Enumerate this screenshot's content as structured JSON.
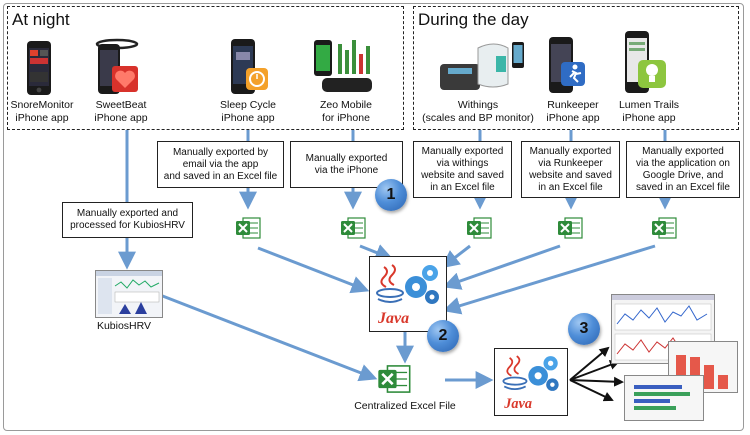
{
  "groups": {
    "night": {
      "title": "At night"
    },
    "day": {
      "title": "During the day"
    }
  },
  "devices": [
    {
      "id": "snoremonitor",
      "line1": "SnoreMonitor",
      "line2": "iPhone app",
      "icon": "phone-icon"
    },
    {
      "id": "sweetbeat",
      "line1": "SweetBeat",
      "line2": "iPhone app",
      "icon": "phone-heart-icon"
    },
    {
      "id": "sleepcycle",
      "line1": "Sleep Cycle",
      "line2": "iPhone app",
      "icon": "phone-alarm-icon"
    },
    {
      "id": "zeo",
      "line1": "Zeo Mobile",
      "line2": "for iPhone",
      "icon": "zeo-headband-icon"
    },
    {
      "id": "withings",
      "line1": "Withings",
      "line2": "(scales and BP monitor)",
      "icon": "scale-icon"
    },
    {
      "id": "runkeeper",
      "line1": "Runkeeper",
      "line2": "iPhone app",
      "icon": "phone-runner-icon"
    },
    {
      "id": "lumen",
      "line1": "Lumen Trails",
      "line2": "iPhone app",
      "icon": "phone-lightbulb-icon"
    }
  ],
  "notes": {
    "kubios": "Manually exported and\nprocessed for KubiosHRV",
    "sleepcycle": "Manually exported by\nemail via the app\nand saved in an Excel file",
    "zeo": "Manually exported\nvia the iPhone",
    "withings": "Manually exported\nvia withings\nwebsite and saved\nin an Excel file",
    "runkeeper": "Manually exported\nvia Runkeeper\nwebsite and saved\nin an Excel file",
    "lumen": "Manually exported\nvia the application on\nGoogle Drive, and\nsaved in an Excel file"
  },
  "steps": [
    "1",
    "2",
    "3"
  ],
  "kubios_label": "KubiosHRV",
  "central_label": "Centralized Excel File",
  "java_label": "Java",
  "colors": {
    "arrow": "#6b9bd0",
    "step": "#4f8ed8",
    "excel": "#2e8b3a"
  }
}
